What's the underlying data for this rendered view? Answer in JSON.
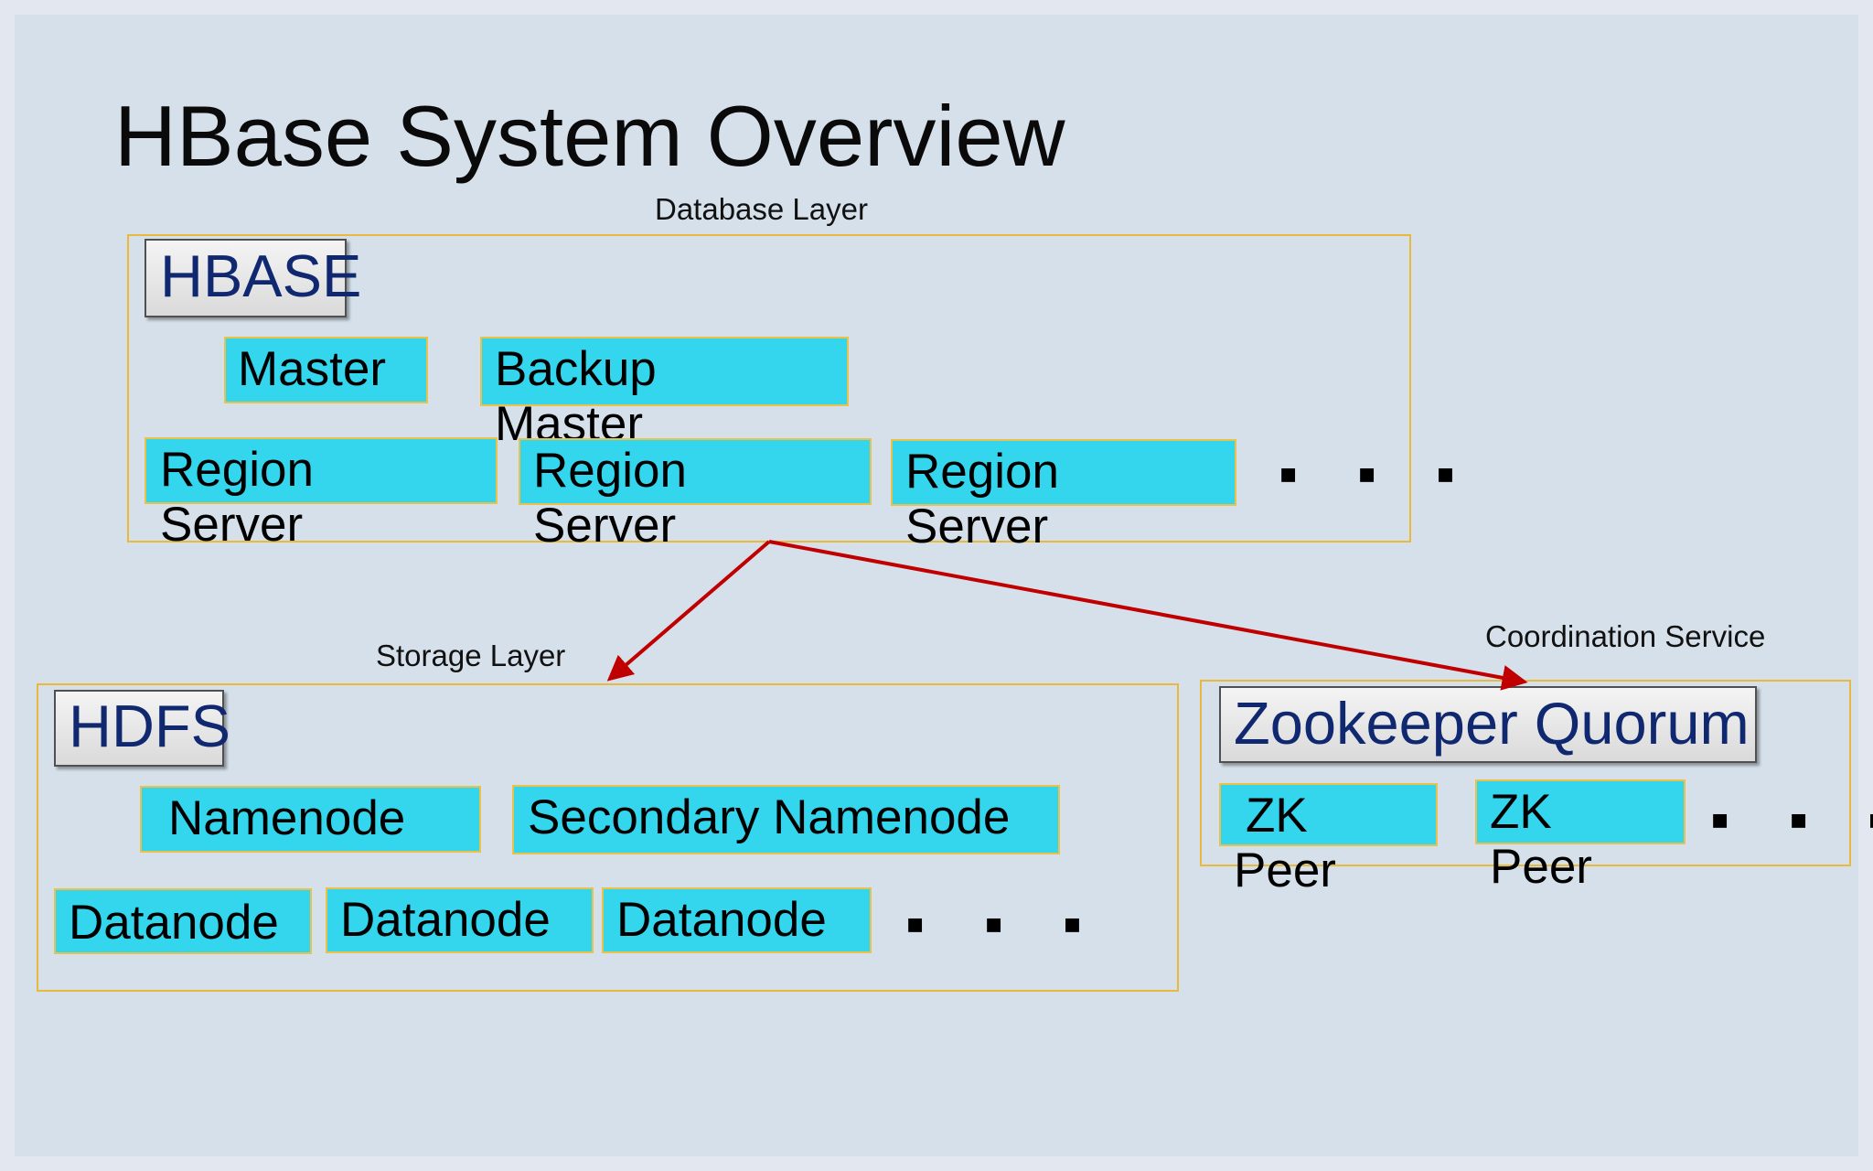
{
  "title": "HBase System Overview",
  "database_layer": {
    "label": "Database Layer",
    "header": "HBASE",
    "master": "Master",
    "backup_master": [
      "Backup",
      "Master"
    ],
    "region_servers": [
      [
        "Region",
        "Server"
      ],
      [
        "Region",
        "Server"
      ],
      [
        "Region",
        "Server"
      ]
    ],
    "ellipsis": "▪ ▪ ▪"
  },
  "storage_layer": {
    "label": "Storage Layer",
    "header": "HDFS",
    "namenode": "Namenode",
    "secondary_namenode": "Secondary Namenode",
    "datanodes": [
      "Datanode",
      "Datanode",
      "Datanode"
    ],
    "ellipsis": "▪ ▪ ▪"
  },
  "coordination_service": {
    "label": "Coordination Service",
    "header": "Zookeeper Quorum",
    "peers": [
      [
        "ZK",
        "Peer"
      ],
      [
        "ZK",
        "Peer"
      ]
    ],
    "ellipsis": "▪ ▪ ▪"
  },
  "colors": {
    "node_fill": "#34d6ee",
    "group_border": "#e8b93a",
    "header_text": "#0f2870",
    "arrow": "#c00000",
    "background": "#d5e0ea"
  }
}
